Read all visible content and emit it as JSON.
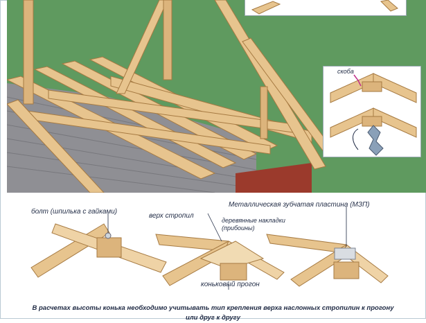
{
  "labels": {
    "bolt": "болт (шпилька с гайками)",
    "rafter_top": "верх стропил",
    "wood_plates": "деревянные накладки",
    "wood_plates_paren": "(прибоины)",
    "ridge_purlin": "коньковый прогон",
    "metal_plate": "Металлическая зубчатая пластина (МЗП)",
    "bracket": "скоба"
  },
  "caption": {
    "line1": "В расчетах высоты конька необходимо учитывать тип крепления верха наслонных стропилин к прогону",
    "line2": "или друг к другу"
  },
  "colors": {
    "wall_green": "#5f9a5f",
    "wood": "#e7c48e",
    "wood_dark": "#b98a4f",
    "brick": "#8f8f94",
    "brick_red": "#9b3a2c",
    "text": "#1f2a44"
  }
}
